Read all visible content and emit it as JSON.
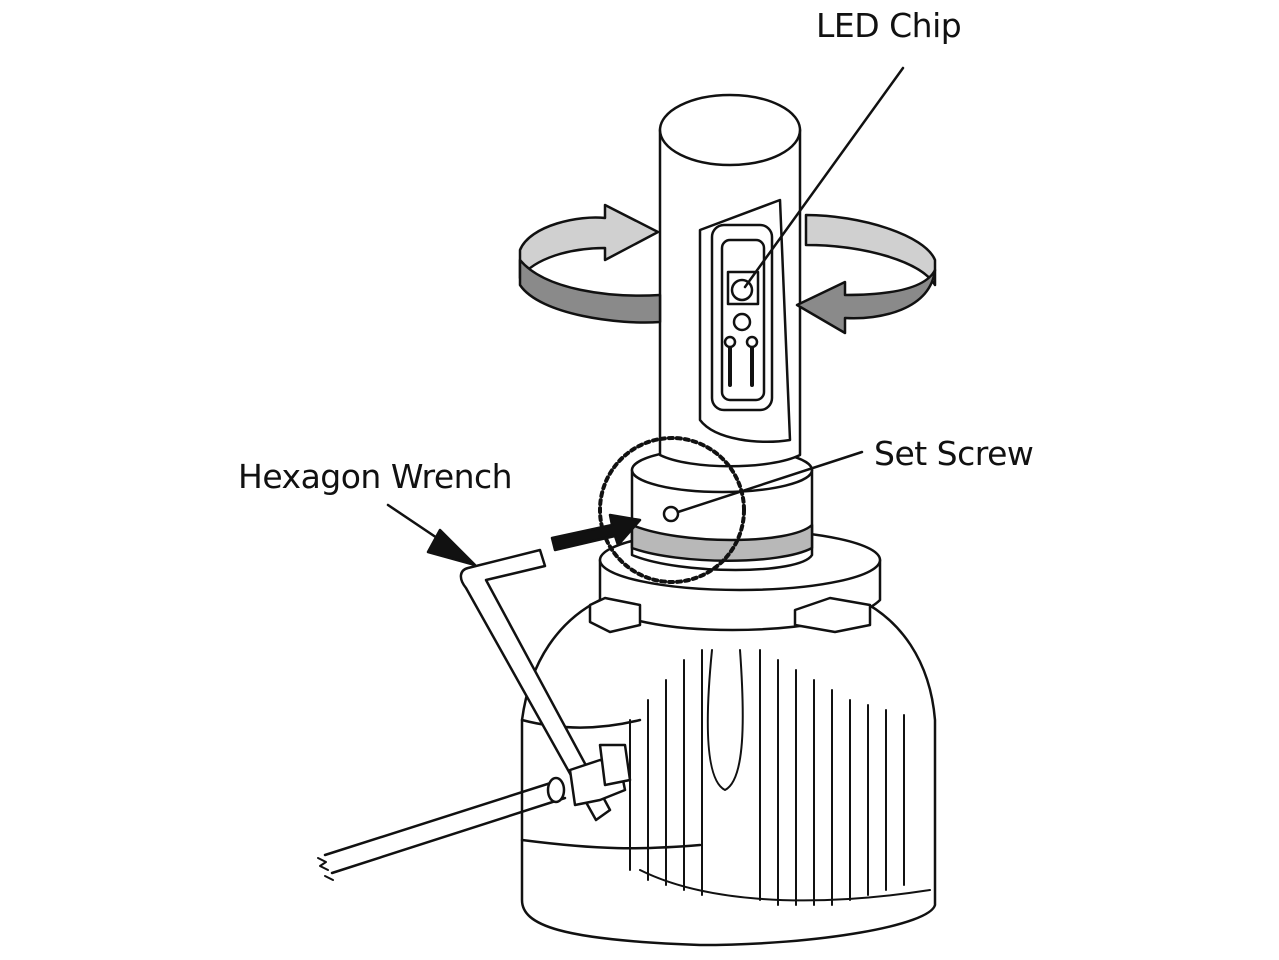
{
  "labels": {
    "led_chip": "LED Chip",
    "set_screw": "Set Screw",
    "hexagon_wrench": "Hexagon Wrench"
  },
  "colors": {
    "line": "#111111",
    "arrow_light": "#c8c8c8",
    "arrow_dark": "#8a8a8a",
    "ring": "#b8b8b8"
  }
}
